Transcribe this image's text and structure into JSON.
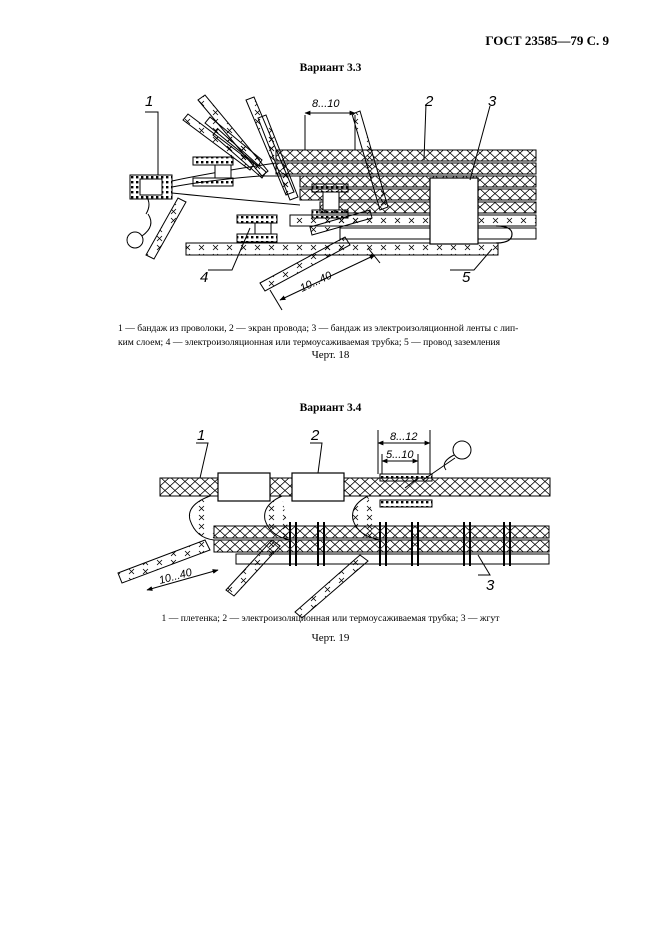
{
  "header": "ГОСТ 23585—79 С. 9",
  "variant_a": {
    "title": "Вариант 3.3",
    "labels": {
      "n1": "1",
      "n2": "2",
      "n3": "3",
      "n4": "4",
      "n5": "5"
    },
    "dim_top": "8...10",
    "dim_bottom": "10...40",
    "caption": [
      "1 — бандаж из проволоки, 2 — экран провода; 3 — бандаж из электроизоляционной ленты с лип-",
      "ким слоем; 4 — электроизоляционная или термоусаживаемая трубка; 5 — провод заземления"
    ],
    "figure": "Черт. 18"
  },
  "variant_b": {
    "title": "Вариант 3.4",
    "labels": {
      "n1": "1",
      "n2": "2",
      "n3": "3"
    },
    "dim_outer": "8...12",
    "dim_inner": "5...10",
    "dim_bottom": "10...40",
    "caption": [
      "1 — плетенка; 2 — электроизоляционная или термоусаживаемая трубка; 3 — жгут"
    ],
    "figure": "Черт. 19"
  }
}
